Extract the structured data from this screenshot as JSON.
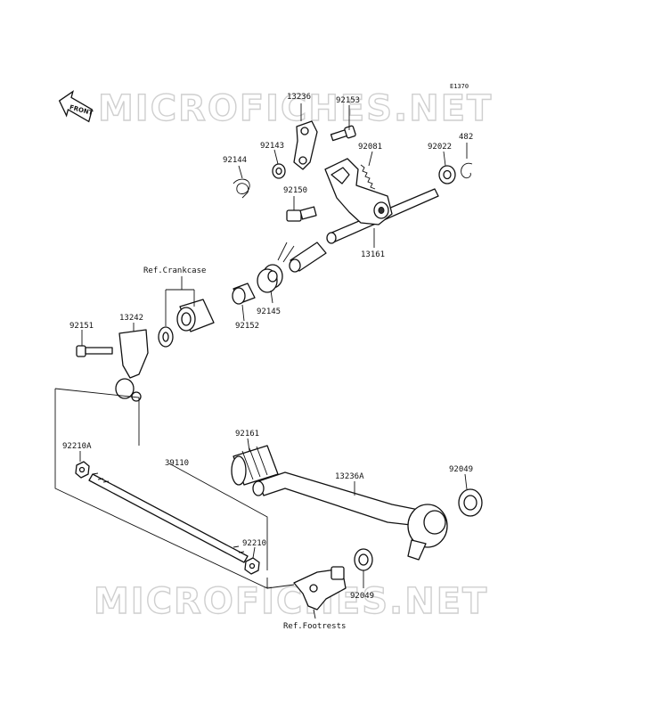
{
  "watermark": {
    "text": "MICROFICHES.NET"
  },
  "diagram_code": "E1370",
  "front_arrow": {
    "label": "FRONT"
  },
  "callouts": {
    "p13236": "13236",
    "p92153": "92153",
    "p92143": "92143",
    "p92144": "92144",
    "p92081": "92081",
    "p92022": "92022",
    "p482": "482",
    "p92150": "92150",
    "p13161": "13161",
    "ref_crankcase": "Ref.Crankcase",
    "p92145": "92145",
    "p92152": "92152",
    "p92151": "92151",
    "p13242": "13242",
    "p92210a": "92210A",
    "p39110": "39110",
    "p92161": "92161",
    "p13236a": "13236A",
    "p92049_top": "92049",
    "p92210": "92210",
    "p92049_bottom": "92049",
    "ref_footrests": "Ref.Footrests"
  }
}
